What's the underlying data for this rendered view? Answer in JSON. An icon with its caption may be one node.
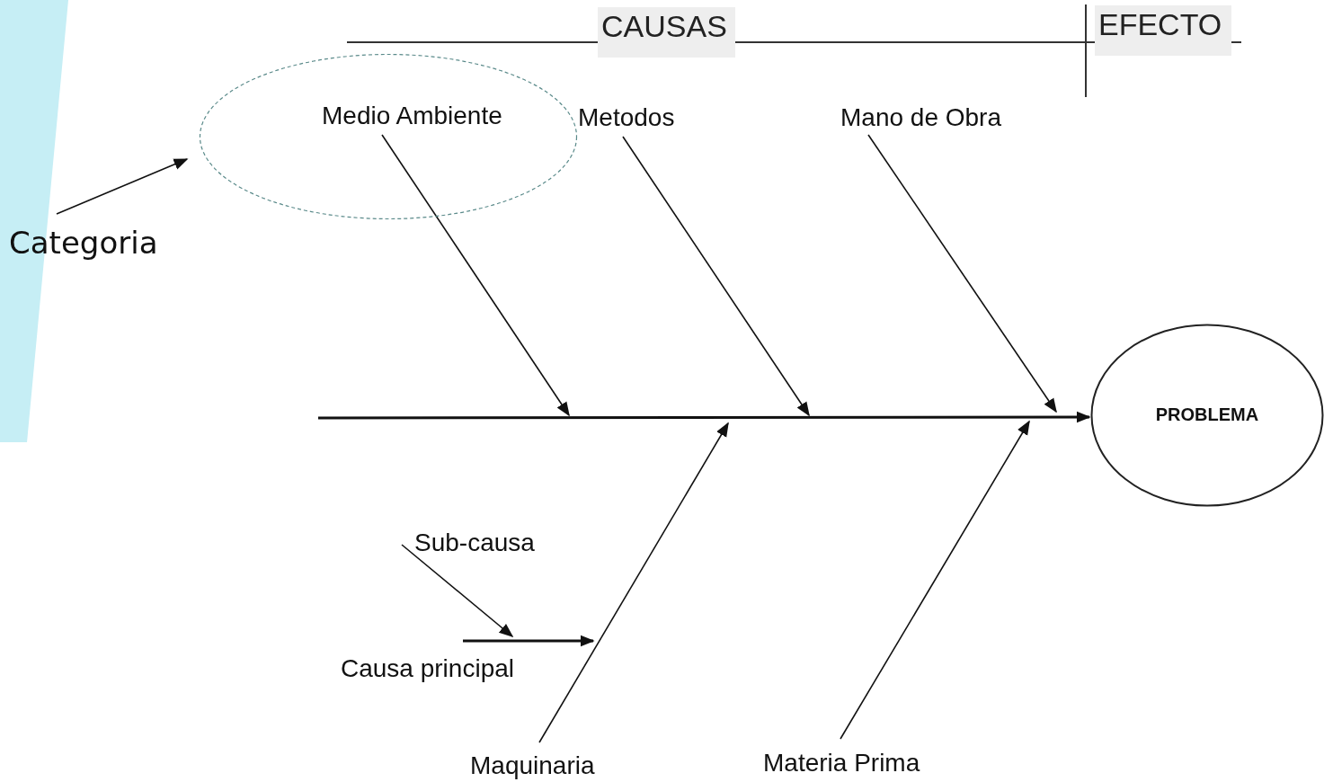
{
  "diagram": {
    "nodes": [
      {
        "text": [],
        "shape": "circle"
      },
      {
        "text": [
          "Medio Ambiente"
        ],
        "in": 0
      },
      {
        "text": [
          "Metodos"
        ]
      },
      {
        "text": [
          "Mano de Obra"
        ]
      },
      {
        "text": [
          "Categoria"
        ]
      },
      {
        "text": [
          "PROBLEMA"
        ]
      },
      {
        "text": [
          "Sub-causa"
        ]
      },
      {
        "text": [
          "Causa principal"
        ]
      },
      {
        "text": [
          "Maquinaria"
        ]
      },
      {
        "text": [
          "Materia Prima"
        ]
      }
    ],
    "edges": [
      {
        "from": 1,
        "to": 5,
        "arrow": "to"
      },
      {
        "from": 2,
        "to": 5,
        "arrow": "to"
      },
      {
        "from": 3,
        "to": 5,
        "arrow": "to"
      },
      {
        "from": 8,
        "to": 5,
        "arrow": "to"
      },
      {
        "from": 9,
        "to": 5,
        "arrow": "to"
      },
      {
        "from": null,
        "to": 5,
        "arrow": "to"
      },
      {
        "from": 6,
        "to": 7,
        "arrow": "to"
      },
      {
        "from": 7,
        "to": null,
        "arrow": "to"
      },
      {
        "from": 4,
        "to": 0,
        "arrow": "to"
      }
    ],
    "labels": [
      "CAUSAS",
      "EFECTO"
    ]
  }
}
